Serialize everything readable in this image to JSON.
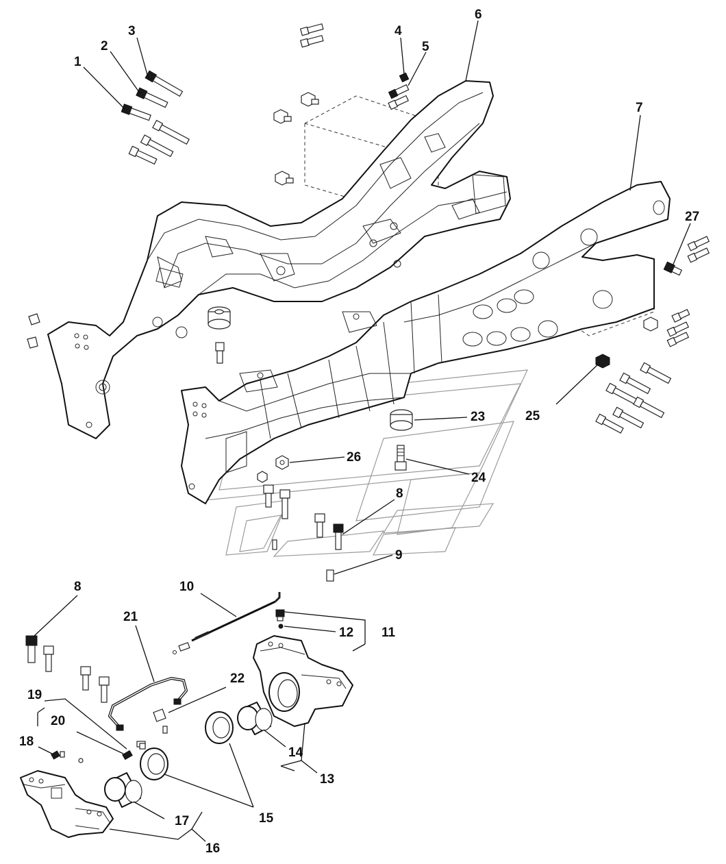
{
  "diagram": {
    "callouts": [
      "1",
      "2",
      "3",
      "4",
      "5",
      "6",
      "7",
      "8",
      "9",
      "10",
      "11",
      "12",
      "13",
      "14",
      "15",
      "16",
      "17",
      "18",
      "19",
      "20",
      "21",
      "22",
      "23",
      "24",
      "25",
      "26",
      "27",
      "8"
    ]
  }
}
